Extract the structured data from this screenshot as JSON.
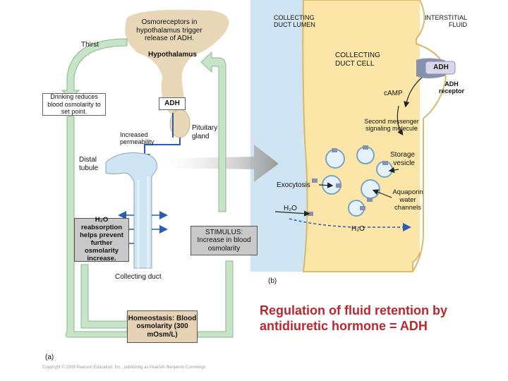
{
  "panel_a": {
    "osmoreceptors": "Osmoreceptors in hypothalamus trigger release of ADH.",
    "thirst": "Thirst",
    "hypothalamus": "Hypothalamus",
    "drinking": "Drinking reduces blood osmolarity to set point.",
    "adh": "ADH",
    "increased_permeability": "Increased permeability",
    "pituitary_gland": "Pituitary gland",
    "distal_tubule": "Distal tubule",
    "h2o_reabsorption": "H₂O reabsorption helps prevent further osmolarity increase.",
    "stimulus": "STIMULUS: Increase in blood osmolarity",
    "collecting_duct": "Collecting duct",
    "homeostasis": "Homeostasis: Blood osmolarity (300 mOsm/L)",
    "panel_label": "(a)",
    "copyright": "Copyright © 2008 Pearson Education, Inc., publishing as Pearson Benjamin Cummings"
  },
  "panel_b": {
    "collecting_duct_lumen": "COLLECTING DUCT LUMEN",
    "interstitial_fluid": "INTERSTITIAL FLUID",
    "collecting_duct_cell": "COLLECTING DUCT CELL",
    "adh": "ADH",
    "adh_receptor": "ADH receptor",
    "camp": "cAMP",
    "second_messenger": "Second messenger signaling molecule",
    "storage_vesicle": "Storage vesicle",
    "exocytosis": "Exocytosis",
    "aquaporin": "Aquaporin water channels",
    "h2o_left": "H₂O",
    "h2o_right": "H₂O",
    "panel_label": "(b)"
  },
  "caption": "Regulation of fluid retention by antidiuretic hormone = ADH",
  "colors": {
    "lumen": "#cfe5f3",
    "cell": "#fbe6a8",
    "interstitial": "#ffffff",
    "arrow_green": "#c8e4c8",
    "arrow_green_edge": "#8ab88a",
    "brain": "#e8d8b8",
    "adh_receptor": "#8890b0",
    "caption_red": "#b8282e"
  }
}
